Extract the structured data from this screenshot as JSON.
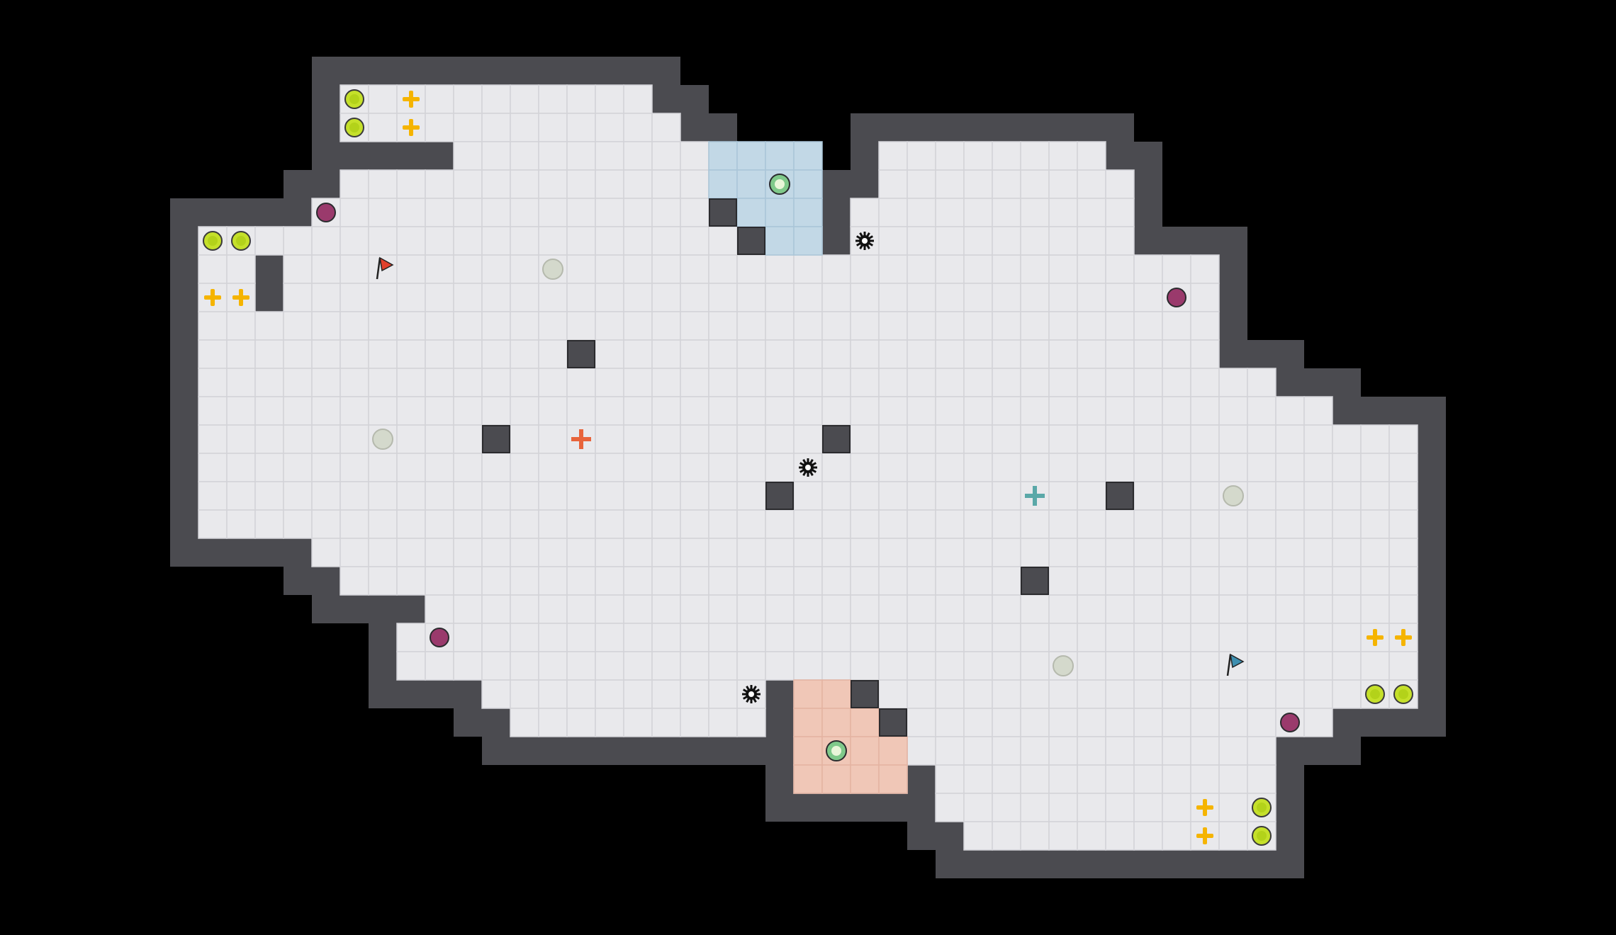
{
  "colors": {
    "background": "#000000",
    "floor": "#e9e9ec",
    "grid": "#d3d3d8",
    "wall": "#4b4b50",
    "wall_outline": "#2b2b2e",
    "red_zone": "#f0c7b7",
    "blue_zone": "#c2d8e6",
    "red_team": "#e0402c",
    "blue_team": "#3d8fb0",
    "boost": "#c5e02a",
    "powerup_plus": "#f5b400",
    "bomb": "#9a3a6c"
  },
  "map": {
    "grid_origin_x": 0,
    "grid_origin_y": 0
  },
  "flags": [
    {
      "team": "red",
      "col": 13,
      "row": 9
    },
    {
      "team": "blue",
      "col": 43,
      "row": 23
    }
  ],
  "team_spawn_markers": [
    {
      "team": "red",
      "icon": "orange-cross-icon",
      "col": 20,
      "row": 15
    },
    {
      "team": "blue",
      "icon": "teal-cross-icon",
      "col": 36,
      "row": 17
    }
  ],
  "boost_pads": [
    {
      "col": 12,
      "row": 3
    },
    {
      "col": 12,
      "row": 4
    },
    {
      "col": 7,
      "row": 8
    },
    {
      "col": 8,
      "row": 8
    },
    {
      "col": 48,
      "row": 24
    },
    {
      "col": 49,
      "row": 24
    },
    {
      "col": 44,
      "row": 28
    },
    {
      "col": 44,
      "row": 29
    }
  ],
  "powerups": [
    {
      "col": 14,
      "row": 3
    },
    {
      "col": 14,
      "row": 4
    },
    {
      "col": 7,
      "row": 10
    },
    {
      "col": 8,
      "row": 10
    },
    {
      "col": 48,
      "row": 22
    },
    {
      "col": 49,
      "row": 22
    },
    {
      "col": 42,
      "row": 28
    },
    {
      "col": 42,
      "row": 29
    }
  ],
  "bombs": [
    {
      "col": 11,
      "row": 7
    },
    {
      "col": 41,
      "row": 10
    },
    {
      "col": 15,
      "row": 22
    },
    {
      "col": 45,
      "row": 25
    }
  ],
  "spikes": [
    {
      "col": 30,
      "row": 8
    },
    {
      "col": 28,
      "row": 16
    },
    {
      "col": 26,
      "row": 24
    }
  ],
  "gates_green": [
    {
      "col": 27,
      "row": 6
    },
    {
      "col": 29,
      "row": 26
    }
  ],
  "neutral_pads": [
    {
      "col": 19,
      "row": 9
    },
    {
      "col": 13,
      "row": 15
    },
    {
      "col": 43,
      "row": 17
    },
    {
      "col": 37,
      "row": 23
    }
  ]
}
